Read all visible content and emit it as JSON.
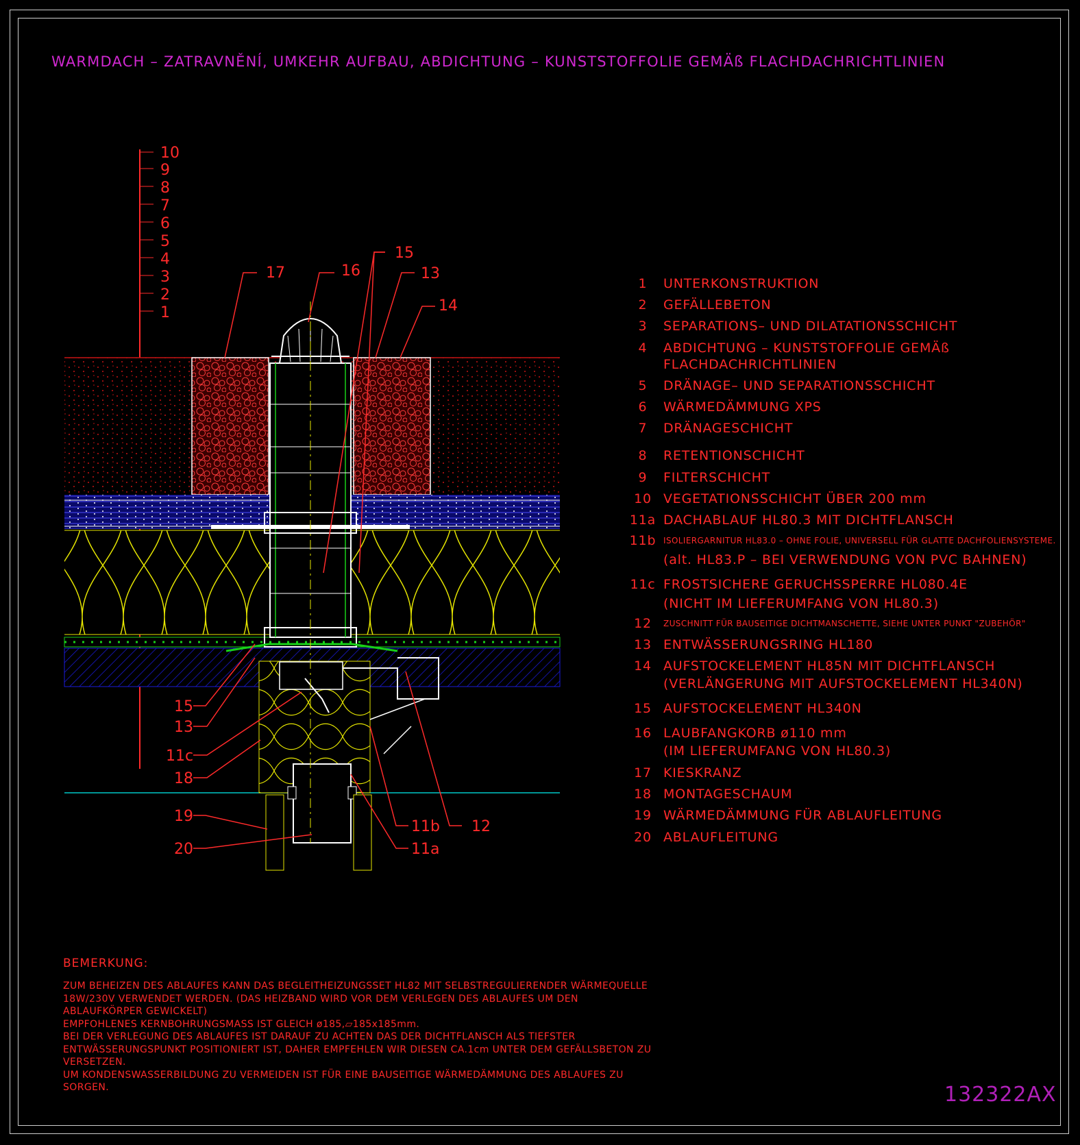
{
  "title": "WARMDACH – ZATRAVNĚNÍ, UMKEHR AUFBAU, ABDICHTUNG – KUNSTSTOFFOLIE GEMÄß FLACHDACHRICHTLINIEN",
  "drawing_id": "132322AX",
  "layer_scale": [
    "10",
    "9",
    "8",
    "7",
    "6",
    "5",
    "4",
    "3",
    "2",
    "1"
  ],
  "callouts": {
    "c17": "17",
    "c16": "16",
    "c15top": "15",
    "c13top": "13",
    "c14": "14",
    "c15left": "15",
    "c13left": "13",
    "c11c": "11c",
    "c18": "18",
    "c19": "19",
    "c20": "20",
    "c11b": "11b",
    "c11a": "11a",
    "c12": "12"
  },
  "legend": [
    {
      "num": "1",
      "text": "UNTERKONSTRUKTION"
    },
    {
      "num": "2",
      "text": "GEFÄLLEBETON"
    },
    {
      "num": "3",
      "text": "SEPARATIONS– UND DILATATIONSSCHICHT"
    },
    {
      "num": "4",
      "text": "ABDICHTUNG – KUNSTSTOFFOLIE GEMÄß"
    },
    {
      "num": "",
      "text": "FLACHDACHRICHTLINIEN"
    },
    {
      "num": "5",
      "text": "DRÄNAGE– UND SEPARATIONSSCHICHT"
    },
    {
      "num": "6",
      "text": "WÄRMEDÄMMUNG XPS"
    },
    {
      "num": "7",
      "text": "DRÄNAGESCHICHT"
    },
    {
      "num": "8",
      "text": "RETENTIONSCHICHT"
    },
    {
      "num": "9",
      "text": "FILTERSCHICHT"
    },
    {
      "num": "10",
      "text": "VEGETATIONSSCHICHT ÜBER 200 mm"
    },
    {
      "num": "11a",
      "text": "DACHABLAUF HL80.3 MIT DICHTFLANSCH"
    },
    {
      "num": "11b",
      "text": "ISOLIERGARNITUR HL83.0 – OHNE FOLIE, UNIVERSELL FÜR GLATTE DACHFOLIENSYSTEME."
    },
    {
      "num": "",
      "text": "(alt. HL83.P – BEI VERWENDUNG VON PVC BAHNEN)"
    },
    {
      "num": "11c",
      "text": "FROSTSICHERE GERUCHSSPERRE HL080.4E"
    },
    {
      "num": "",
      "text": "(NICHT IM LIEFERUMFANG VON HL80.3)"
    },
    {
      "num": "12",
      "text": "ZUSCHNITT FÜR BAUSEITIGE DICHTMANSCHETTE, SIEHE UNTER PUNKT \"ZUBEHÖR\""
    },
    {
      "num": "13",
      "text": "ENTWÄSSERUNGSRING HL180"
    },
    {
      "num": "14",
      "text": "AUFSTOCKELEMENT HL85N MIT DICHTFLANSCH"
    },
    {
      "num": "",
      "text": "(VERLÄNGERUNG MIT AUFSTOCKELEMENT HL340N)"
    },
    {
      "num": "15",
      "text": "AUFSTOCKELEMENT HL340N"
    },
    {
      "num": "16",
      "text": "LAUBFANGKORB ø110 mm"
    },
    {
      "num": "",
      "text": "(IM LIEFERUMFANG VON HL80.3)"
    },
    {
      "num": "17",
      "text": "KIESKRANZ"
    },
    {
      "num": "18",
      "text": "MONTAGESCHAUM"
    },
    {
      "num": "19",
      "text": "WÄRMEDÄMMUNG FÜR ABLAUFLEITUNG"
    },
    {
      "num": "20",
      "text": "ABLAUFLEITUNG"
    }
  ],
  "notes": {
    "heading": "BEMERKUNG:",
    "lines": [
      "ZUM BEHEIZEN DES ABLAUFES KANN DAS BEGLEITHEIZUNGSSET HL82 MIT SELBSTREGULIERENDER WÄRMEQUELLE",
      "18W/230V VERWENDET WERDEN. (DAS HEIZBAND WIRD VOR DEM VERLEGEN DES ABLAUFES UM DEN",
      "ABLAUFKÖRPER GEWICKELT)",
      "EMPFOHLENES KERNBOHRUNGSMASS IST GLEICH ø185,▱185x185mm.",
      "BEI DER VERLEGUNG DES ABLAUFES IST DARAUF ZU ACHTEN DAS DER DICHTFLANSCH ALS TIEFSTER",
      "ENTWÄSSERUNGSPUNKT POSITIONIERT IST, DAHER EMPFEHLEN WIR DIESEN CA.1cm UNTER DEM GEFÄLLSBETON ZU",
      "VERSETZEN.",
      "UM KONDENSWASSERBILDUNG ZU VERMEIDEN IST FÜR EINE BAUSEITIGE WÄRMEDÄMMUNG DES ABLAUFES ZU",
      "SORGEN."
    ]
  },
  "colors": {
    "background": "#000000",
    "title": "#d028d0",
    "text_red": "#ff2a2a",
    "vegetation": "#c81414",
    "drainage": "#1a1ad8",
    "insulation": "#e6e600",
    "pipe": "#ffffff",
    "flange": "#18d018",
    "base_line": "#00c8c8"
  }
}
